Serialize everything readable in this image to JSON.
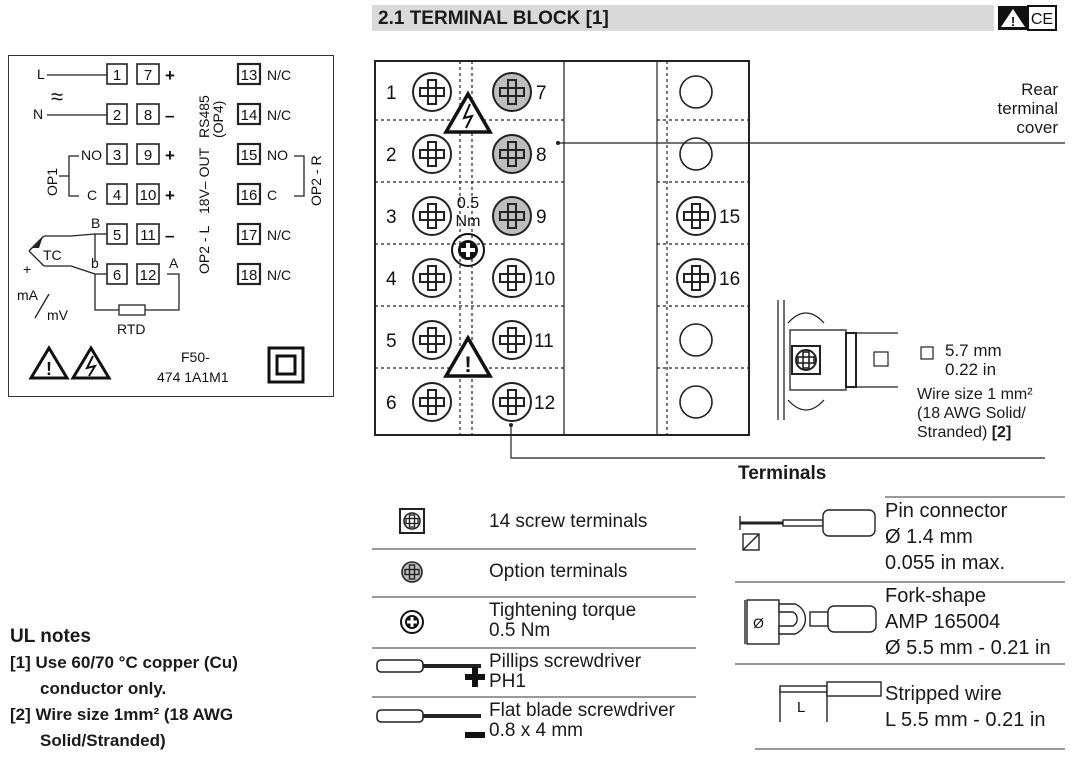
{
  "header": {
    "title": "2.1  TERMINAL BLOCK [1]",
    "cert_mark": "CE"
  },
  "wiring": {
    "line_labels": [
      "L",
      "N"
    ],
    "ac_symbol": "≈",
    "terminals_left": [
      "1",
      "2",
      "3",
      "4",
      "5",
      "6"
    ],
    "terminals_mid": [
      "7",
      "8",
      "9",
      "10",
      "11",
      "12"
    ],
    "terminals_right": [
      "13",
      "14",
      "15",
      "16",
      "17",
      "18"
    ],
    "signs": [
      "+",
      "–",
      "+",
      "+",
      "–"
    ],
    "nc": "N/C",
    "no": "NO",
    "c": "C",
    "op1": "OP1",
    "rs485": "RS485",
    "op4": "(OP4)",
    "out18": "18V– OUT",
    "op2l": "OP2 - L",
    "op2r": "OP2 - R",
    "b_upper": "B",
    "b_lower": "b",
    "a": "A",
    "tc": "TC",
    "plus": "+",
    "ma_mv": "mA/mV",
    "ma": "mA",
    "mv": "mV",
    "rtd": "RTD",
    "model_line1": "F50-",
    "model_line2": "474 1A1M1"
  },
  "block": {
    "numbers_left": [
      "1",
      "2",
      "3",
      "4",
      "5",
      "6"
    ],
    "numbers_mid": [
      "7",
      "8",
      "9",
      "10",
      "11",
      "12"
    ],
    "numbers_right": [
      "15",
      "16"
    ],
    "torque_line1": "0.5",
    "torque_line2": "Nm"
  },
  "rear_cover": {
    "line1": "Rear",
    "line2": "terminal",
    "line3": "cover"
  },
  "wire_size": {
    "dim_mm": "5.7 mm",
    "dim_in": "0.22 in",
    "line1": "Wire size 1 mm²",
    "line2": "(18 AWG Solid/",
    "line3": "Stranded)",
    "ref": "[2]"
  },
  "legend": [
    {
      "icon": "screw-terminal-icon",
      "label": "14 screw terminals"
    },
    {
      "icon": "option-terminal-icon",
      "label": "Option terminals"
    },
    {
      "icon": "torque-icon",
      "label1": "Tightening torque",
      "label2": "0.5 Nm"
    },
    {
      "icon": "phillips-screwdriver-icon",
      "label1": "Pillips screwdriver",
      "label2": "PH1"
    },
    {
      "icon": "flat-screwdriver-icon",
      "label1": "Flat blade screwdriver",
      "label2": "0.8 x 4 mm"
    }
  ],
  "terminals": {
    "title": "Terminals",
    "items": [
      {
        "label1": "Pin connector",
        "label2": "Ø 1.4 mm",
        "label3": "0.055 in max."
      },
      {
        "label1": "Fork-shape",
        "label2": "AMP 165004",
        "label3": "Ø 5.5 mm - 0.21 in"
      },
      {
        "label1": "Stripped wire",
        "label2": "L  5.5 mm - 0.21 in"
      }
    ],
    "dim_symbol": "Ø",
    "l_symbol": "L"
  },
  "ul_notes": {
    "title": "UL notes",
    "n1a": "[1] Use 60/70 °C copper (Cu)",
    "n1b": "conductor only.",
    "n2a": "[2] Wire size 1mm² (18 AWG",
    "n2b": "Solid/Stranded)"
  }
}
